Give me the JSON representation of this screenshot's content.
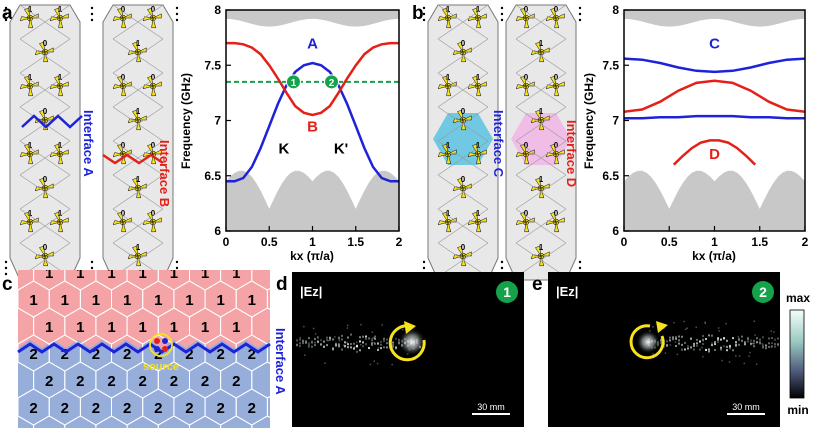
{
  "panel_labels": {
    "a": "a",
    "b": "b",
    "c": "c",
    "d": "d",
    "e": "e"
  },
  "strip_labels": {
    "interface_a": "Interface A",
    "interface_b": "Interface B",
    "interface_c": "Interface C",
    "interface_d": "Interface D",
    "cell_digit_1": "1",
    "cell_digit_0": "0"
  },
  "panel_c": {
    "region_top": "1",
    "region_bottom": "2",
    "source": "source",
    "interface": "Interface A"
  },
  "panel_d": {
    "title": "|Ez|",
    "badge": "1",
    "scale": "30 mm"
  },
  "panel_e": {
    "title": "|Ez|",
    "badge": "2",
    "scale": "30 mm"
  },
  "colorbar": {
    "max": "max",
    "min": "min"
  },
  "colors": {
    "red": "#e32119",
    "blue": "#1e23d8",
    "green": "#14a34a",
    "gray": "#c8c8c8",
    "yellow": "#f7e21b",
    "bulk_c": "#f4a3a6",
    "bulk_a": "#97aedb"
  },
  "chart_data": [
    {
      "type": "line",
      "panel": "a",
      "xlabel": "kx (π/a)",
      "ylabel": "Frequency (GHz)",
      "xlim": [
        0,
        2
      ],
      "ylim": [
        6,
        8
      ],
      "xticks": [
        "0",
        "0.5",
        "1",
        "1.5",
        "2"
      ],
      "yticks": [
        "6",
        "6.5",
        "7",
        "7.5",
        "8"
      ],
      "bands_gray": "upper and lower bulk bands",
      "series": [
        {
          "name": "A",
          "color": "#1e23d8",
          "x": [
            0,
            0.1,
            0.2,
            0.3,
            0.4,
            0.5,
            0.6,
            0.7,
            0.8,
            0.9,
            1.0,
            1.1,
            1.2,
            1.3,
            1.4,
            1.5,
            1.6,
            1.7,
            1.8,
            1.9,
            2.0
          ],
          "y": [
            6.45,
            6.45,
            6.48,
            6.58,
            6.75,
            6.95,
            7.15,
            7.32,
            7.44,
            7.5,
            7.52,
            7.5,
            7.44,
            7.32,
            7.15,
            6.95,
            6.75,
            6.58,
            6.48,
            6.45,
            6.45
          ]
        },
        {
          "name": "B",
          "color": "#e32119",
          "x": [
            0,
            0.1,
            0.2,
            0.3,
            0.4,
            0.5,
            0.6,
            0.7,
            0.8,
            0.9,
            1.0,
            1.1,
            1.2,
            1.3,
            1.4,
            1.5,
            1.6,
            1.7,
            1.8,
            1.9,
            2.0
          ],
          "y": [
            7.7,
            7.7,
            7.69,
            7.66,
            7.6,
            7.5,
            7.38,
            7.25,
            7.13,
            7.07,
            7.05,
            7.07,
            7.13,
            7.25,
            7.38,
            7.5,
            7.6,
            7.66,
            7.69,
            7.7,
            7.7
          ]
        }
      ],
      "hline": {
        "y": 7.35,
        "color": "#14a34a"
      },
      "points": [
        {
          "label": "1",
          "x": 0.78,
          "y": 7.35
        },
        {
          "label": "2",
          "x": 1.22,
          "y": 7.35
        }
      ],
      "annotations": [
        {
          "text": "A",
          "x": 1.0,
          "y": 7.65
        },
        {
          "text": "B",
          "x": 1.0,
          "y": 6.9
        },
        {
          "text": "K",
          "x": 0.67,
          "y": 6.7
        },
        {
          "text": "K'",
          "x": 1.33,
          "y": 6.7
        }
      ]
    },
    {
      "type": "line",
      "panel": "b",
      "xlabel": "kx (π/a)",
      "ylabel": "Frequency (GHz)",
      "xlim": [
        0,
        2
      ],
      "ylim": [
        6,
        8
      ],
      "xticks": [
        "0",
        "0.5",
        "1",
        "1.5",
        "2"
      ],
      "yticks": [
        "6",
        "6.5",
        "7",
        "7.5",
        "8"
      ],
      "series": [
        {
          "name": "C",
          "color": "#1e23d8",
          "x": [
            0,
            0.2,
            0.4,
            0.6,
            0.8,
            1.0,
            1.2,
            1.4,
            1.6,
            1.8,
            2.0
          ],
          "y": [
            7.56,
            7.55,
            7.52,
            7.48,
            7.45,
            7.44,
            7.45,
            7.48,
            7.52,
            7.55,
            7.56
          ]
        },
        {
          "name": "",
          "color": "#e32119",
          "x": [
            0,
            0.2,
            0.4,
            0.6,
            0.8,
            1.0,
            1.2,
            1.4,
            1.6,
            1.8,
            2.0
          ],
          "y": [
            7.08,
            7.1,
            7.17,
            7.27,
            7.34,
            7.36,
            7.34,
            7.27,
            7.17,
            7.1,
            7.08
          ]
        },
        {
          "name": "",
          "color": "#1e23d8",
          "x": [
            0,
            0.2,
            0.4,
            0.6,
            0.8,
            1.0,
            1.2,
            1.4,
            1.6,
            1.8,
            2.0
          ],
          "y": [
            7.02,
            7.02,
            7.03,
            7.03,
            7.04,
            7.04,
            7.04,
            7.03,
            7.03,
            7.02,
            7.02
          ]
        },
        {
          "name": "D",
          "color": "#e32119",
          "x": [
            0.55,
            0.65,
            0.75,
            0.85,
            0.95,
            1.0,
            1.05,
            1.15,
            1.25,
            1.35,
            1.45
          ],
          "y": [
            6.6,
            6.68,
            6.75,
            6.8,
            6.82,
            6.82,
            6.82,
            6.8,
            6.75,
            6.68,
            6.6
          ]
        }
      ],
      "annotations": [
        {
          "text": "C",
          "x": 1.0,
          "y": 7.65
        },
        {
          "text": "D",
          "x": 1.0,
          "y": 6.65
        }
      ]
    }
  ]
}
